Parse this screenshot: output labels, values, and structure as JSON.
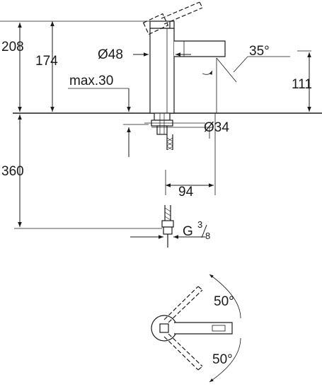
{
  "drawing": {
    "colors": {
      "line": "#1a1a1a",
      "dash": "#1a1a1a",
      "background": "#ffffff"
    },
    "dimensions": {
      "total_height": "208",
      "spout_height": "174",
      "body_diameter": "Ø48",
      "max_deck_thickness": "max.30",
      "lever_angle": "35°",
      "outlet_height": "111",
      "hole_diameter": "Ø34",
      "below_deck_length": "360",
      "spout_projection": "94",
      "connection_thread": "G",
      "connection_thread_num": "3",
      "connection_thread_den": "8",
      "swing_angle_top": "50°",
      "swing_angle_bottom": "50°"
    }
  }
}
